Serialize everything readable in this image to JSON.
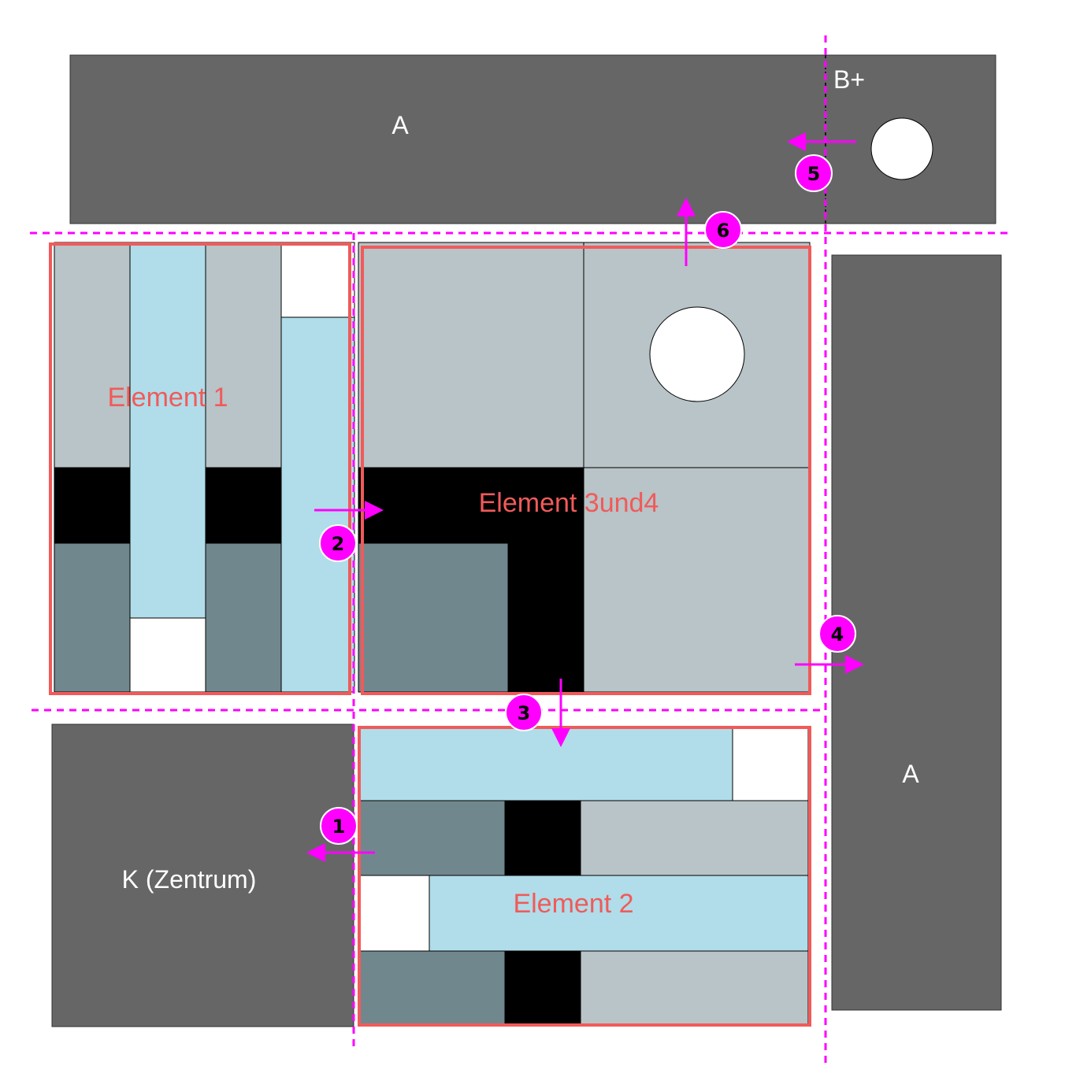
{
  "colors": {
    "dark_block": "#666666",
    "light_blue": "#b0dde9",
    "light_gray": "#b8c4c7",
    "slate": "#71878e",
    "black": "#000000",
    "white": "#ffffff",
    "element_border": "#f15a5a",
    "guide": "#ff00ff",
    "badge_fill": "#ff00ff"
  },
  "blocks": {
    "top_label": "A",
    "top_right_label": "B+",
    "right_label": "A",
    "center_label": "K (Zentrum)"
  },
  "elements": {
    "element1": "Element 1",
    "element34": "Element 3und4",
    "element2": "Element 2"
  },
  "badges": [
    "1",
    "2",
    "3",
    "4",
    "5",
    "6"
  ]
}
